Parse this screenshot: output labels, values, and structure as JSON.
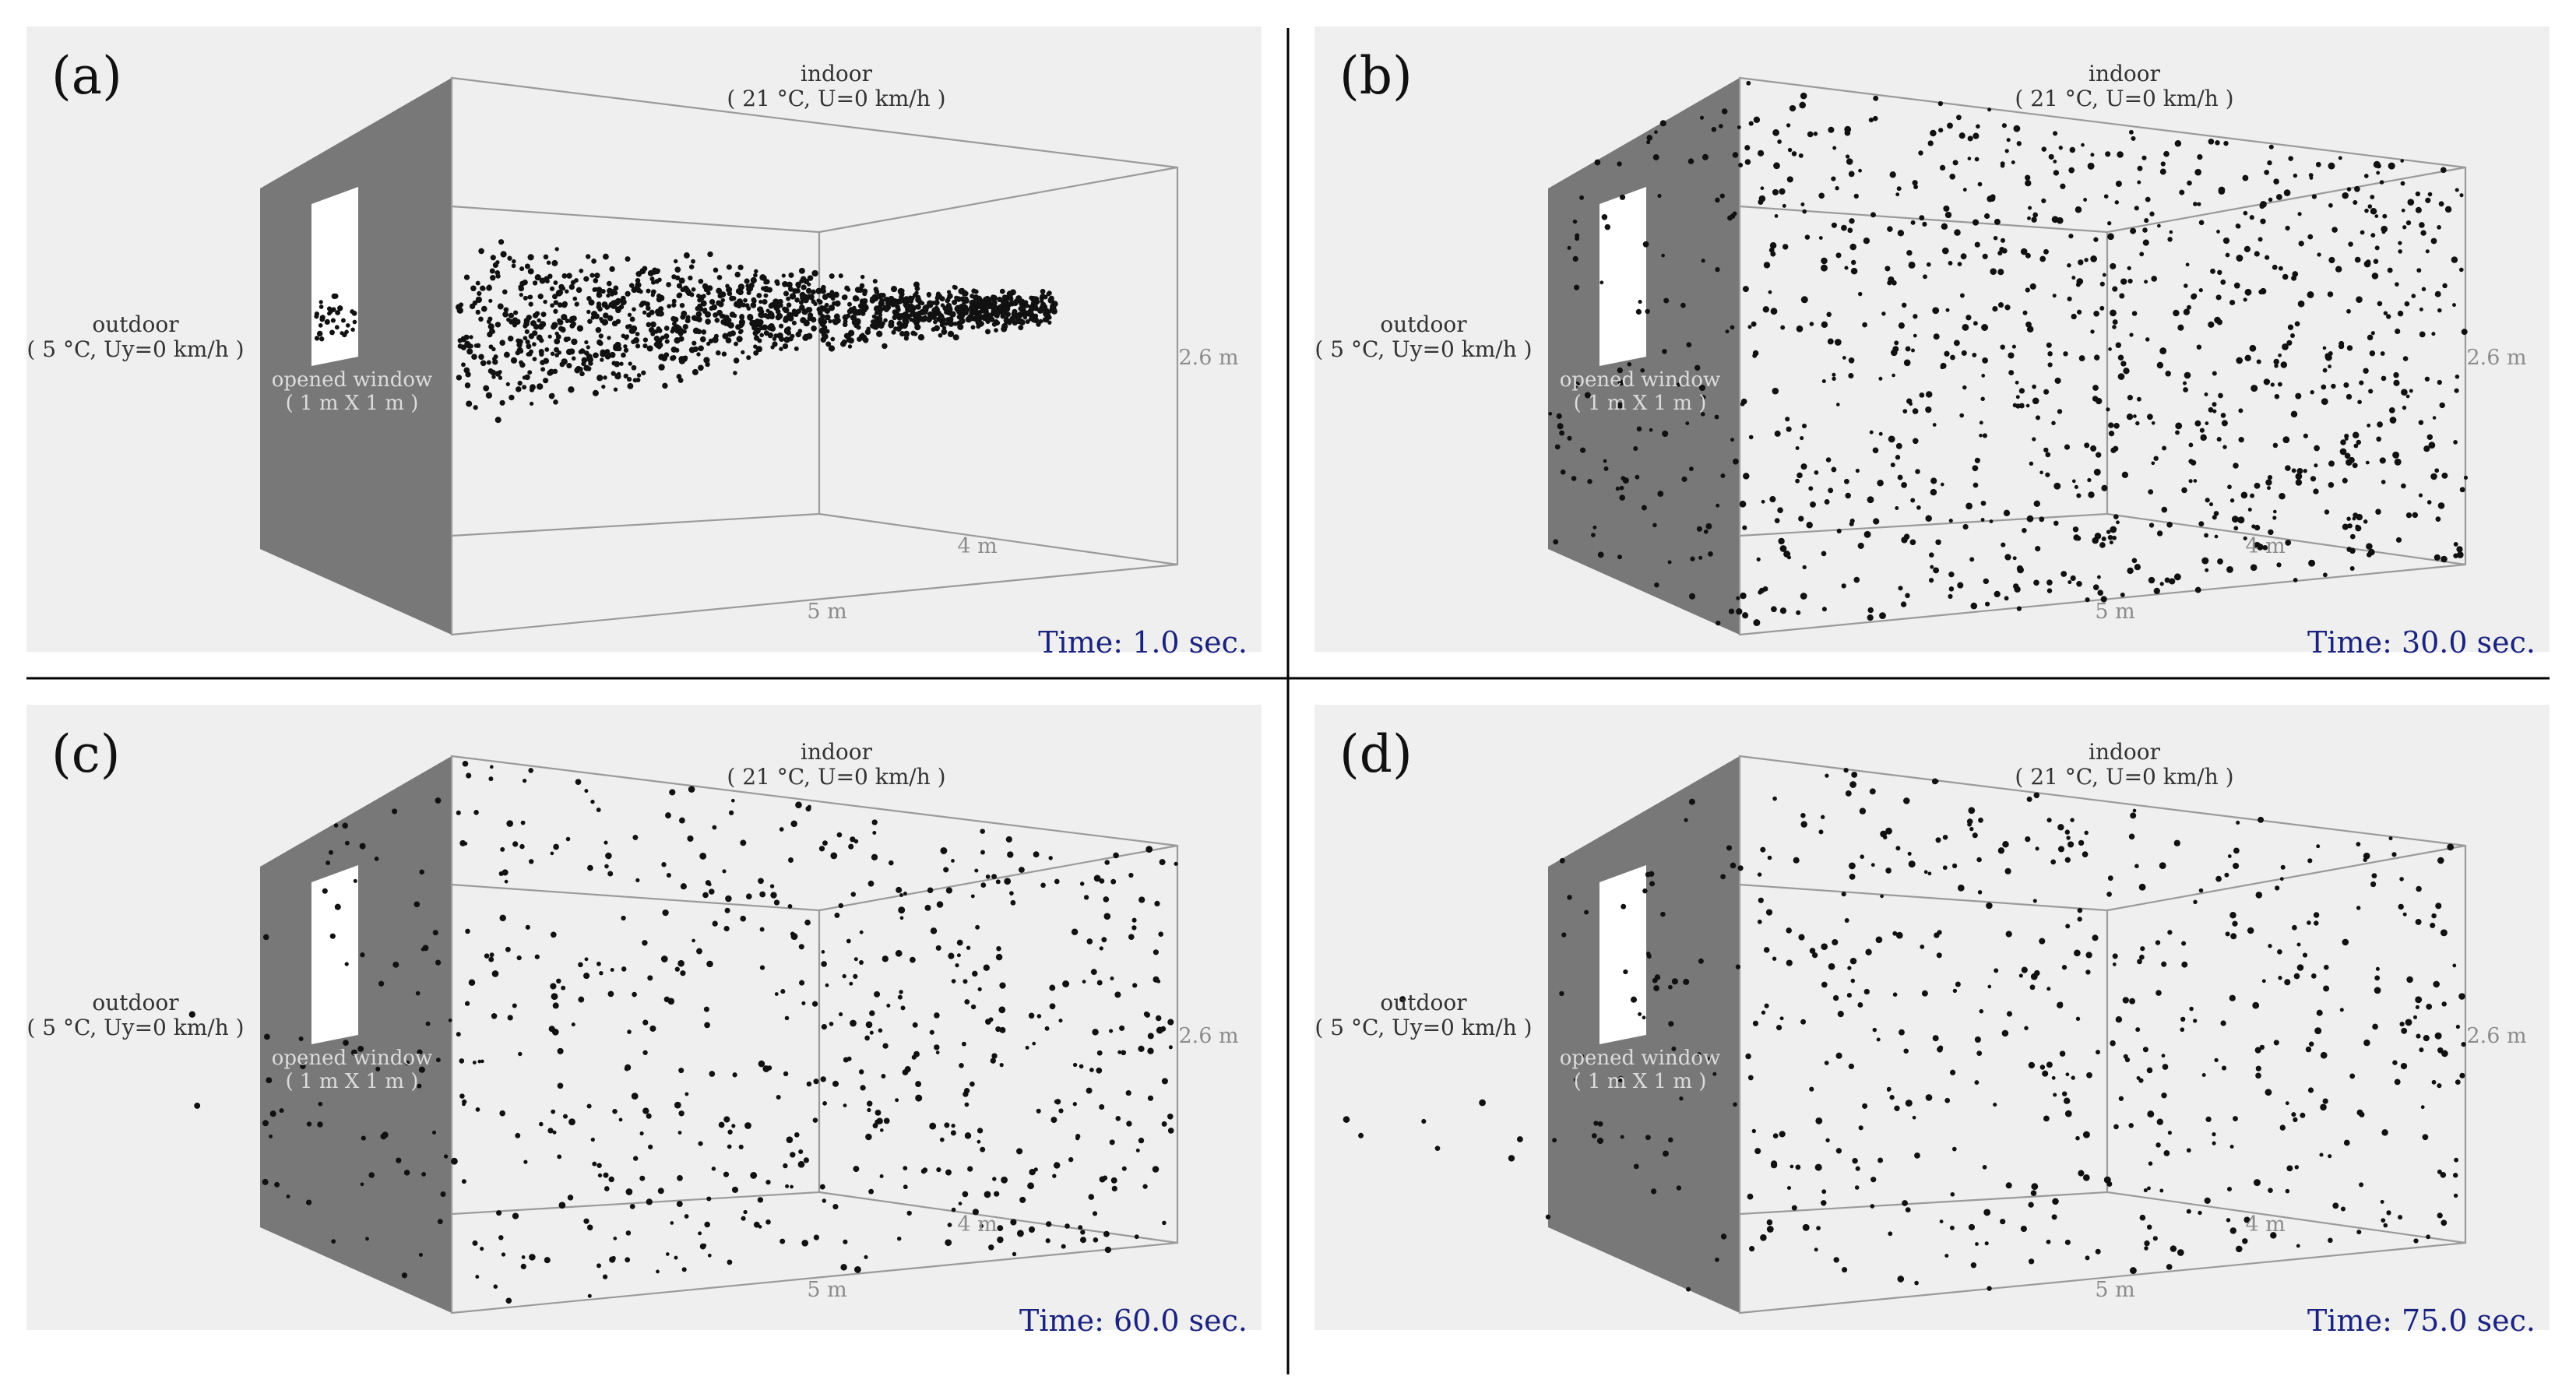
{
  "panels": [
    {
      "letter": "(a)",
      "indoor_title": "indoor",
      "indoor_cond": "( 21 °C, U=0 km/h )",
      "outdoor_title": "outdoor",
      "outdoor_cond": "( 5 °C, Uy=0 km/h )",
      "window_title": "opened window",
      "window_size": "( 1 m X 1 m )",
      "dim_height": "2.6 m",
      "dim_depth": "4 m",
      "dim_width": "5 m",
      "time": "Time: 1.0 sec.",
      "pattern": "jet",
      "outdoor_dots": 0
    },
    {
      "letter": "(b)",
      "indoor_title": "indoor",
      "indoor_cond": "( 21 °C, U=0 km/h )",
      "outdoor_title": "outdoor",
      "outdoor_cond": "( 5 °C, Uy=0 km/h )",
      "window_title": "opened window",
      "window_size": "( 1 m X 1 m )",
      "dim_height": "2.6 m",
      "dim_depth": "4 m",
      "dim_width": "5 m",
      "time": "Time: 30.0 sec.",
      "pattern": "scatter",
      "density": 900,
      "outdoor_dots": 0
    },
    {
      "letter": "(c)",
      "indoor_title": "indoor",
      "indoor_cond": "( 21 °C, U=0 km/h )",
      "outdoor_title": "outdoor",
      "outdoor_cond": "( 5 °C, Uy=0 km/h )",
      "window_title": "opened window",
      "window_size": "( 1 m X 1 m )",
      "dim_height": "2.6 m",
      "dim_depth": "4 m",
      "dim_width": "5 m",
      "time": "Time: 60.0 sec.",
      "pattern": "scatter",
      "density": 560,
      "outdoor_dots": 2
    },
    {
      "letter": "(d)",
      "indoor_title": "indoor",
      "indoor_cond": "( 21 °C, U=0 km/h )",
      "outdoor_title": "outdoor",
      "outdoor_cond": "( 5 °C, Uy=0 km/h )",
      "window_title": "opened window",
      "window_size": "( 1 m X 1 m )",
      "dim_height": "2.6 m",
      "dim_depth": "4 m",
      "dim_width": "5 m",
      "time": "Time: 75.0 sec.",
      "pattern": "scatter",
      "density": 470,
      "outdoor_dots": 8
    }
  ],
  "colors": {
    "panel_bg": "#efefef",
    "wall": "#787878",
    "edge": "#9a9a9a",
    "dot": "#111111",
    "text": "#333333",
    "dim_text": "#8c8c8c",
    "time_text": "#1a237e",
    "divider": "#000000"
  }
}
